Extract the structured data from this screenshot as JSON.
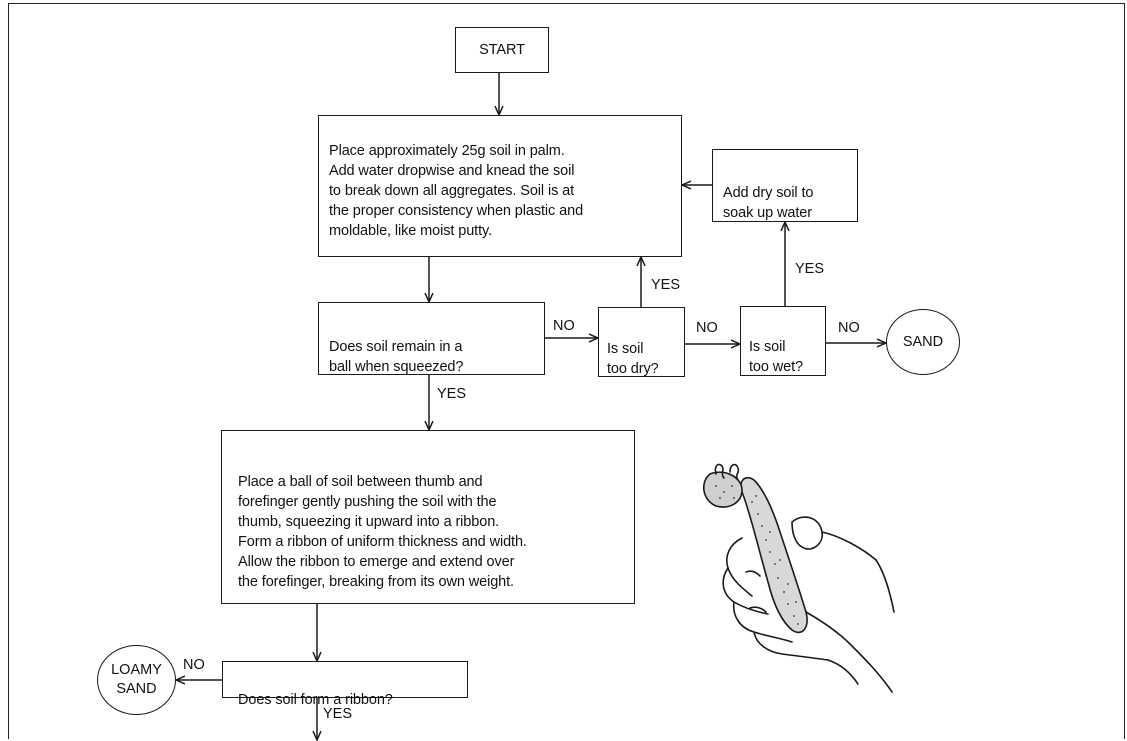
{
  "flowchart": {
    "start": "START",
    "step_prepare": "Place approximately 25g soil in palm.\nAdd water dropwise and knead the soil\nto break down all aggregates. Soil is at\nthe proper consistency when plastic and\nmoldable, like moist putty.",
    "add_dry_soil": "Add dry soil to\nsoak up water",
    "q_ball": "Does soil remain in a\nball  when squeezed?",
    "q_too_dry": "Is soil\ntoo dry?",
    "q_too_wet": "Is soil\ntoo wet?",
    "result_sand": "SAND",
    "step_ribbon": "Place a ball of soil between thumb and\nforefinger gently pushing the soil with the\nthumb, squeezing it upward into a ribbon.\nForm a ribbon of uniform thickness and width.\nAllow the ribbon to emerge and extend over\nthe forefinger, breaking from its own weight.",
    "q_ribbon": "Does soil form a ribbon?",
    "result_loamy_sand": "LOAMY\nSAND",
    "labels": {
      "no_ball": "NO",
      "no_dry": "NO",
      "no_wet": "NO",
      "yes_dry": "YES",
      "yes_wet": "YES",
      "yes_ball": "YES",
      "no_ribbon": "NO",
      "yes_ribbon": "YES"
    }
  }
}
